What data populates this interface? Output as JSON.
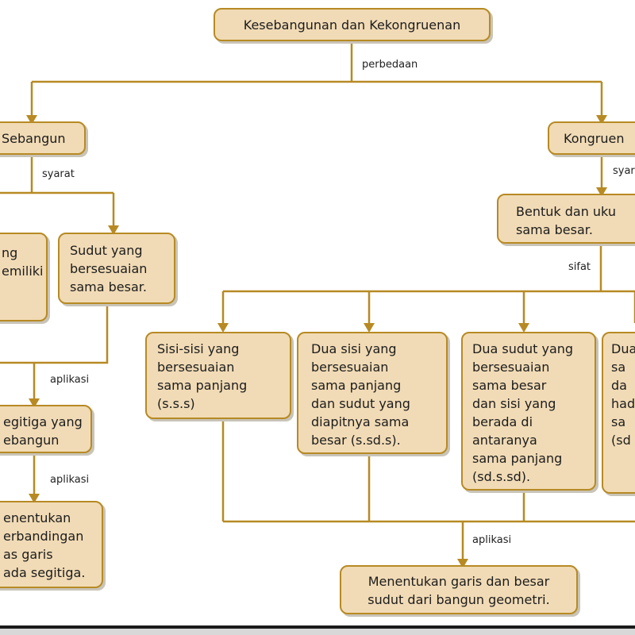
{
  "colors": {
    "box_fill": "#f1dbb6",
    "box_border": "#b78a23",
    "line": "#b78a23"
  },
  "root": "Kesebangunan dan Kekongruenan",
  "edge_labels": {
    "perbedaan": "perbedaan",
    "syarat_left": "syarat",
    "syarat_right": "syarat",
    "aplikasi_1": "aplikasi",
    "aplikasi_2": "aplikasi",
    "sifat": "sifat",
    "aplikasi_3": "aplikasi"
  },
  "left": {
    "sebangun": "Sebangun",
    "sisi_partial": "ng\nemiliki",
    "sudut": "Sudut yang\nbersesuaian\nsama besar.",
    "segitiga": "egitiga yang\nebangun",
    "menentukan": "enentukan\nerbandingan\nas garis\nada segitiga."
  },
  "right": {
    "kongruen": "Kongruen",
    "bentuk": "Bentuk dan uku\nsama besar.",
    "sss": "Sisi-sisi yang\nbersesuaian\nsama panjang\n(s.s.s)",
    "ssds": "Dua sisi yang\nbersesuaian\nsama panjang\ndan sudut yang\ndiapitnya sama\nbesar (s.sd.s).",
    "sdssd": "Dua sudut yang\nbersesuaian\nsama besar\ndan sisi yang\nberada di\nantaranya\nsama panjang\n(sd.s.sd).",
    "partial4": "Dua\nsa\nda\nhad\nsa\n(sd",
    "garis_sudut": "Menentukan garis dan besar\nsudut dari bangun geometri."
  }
}
